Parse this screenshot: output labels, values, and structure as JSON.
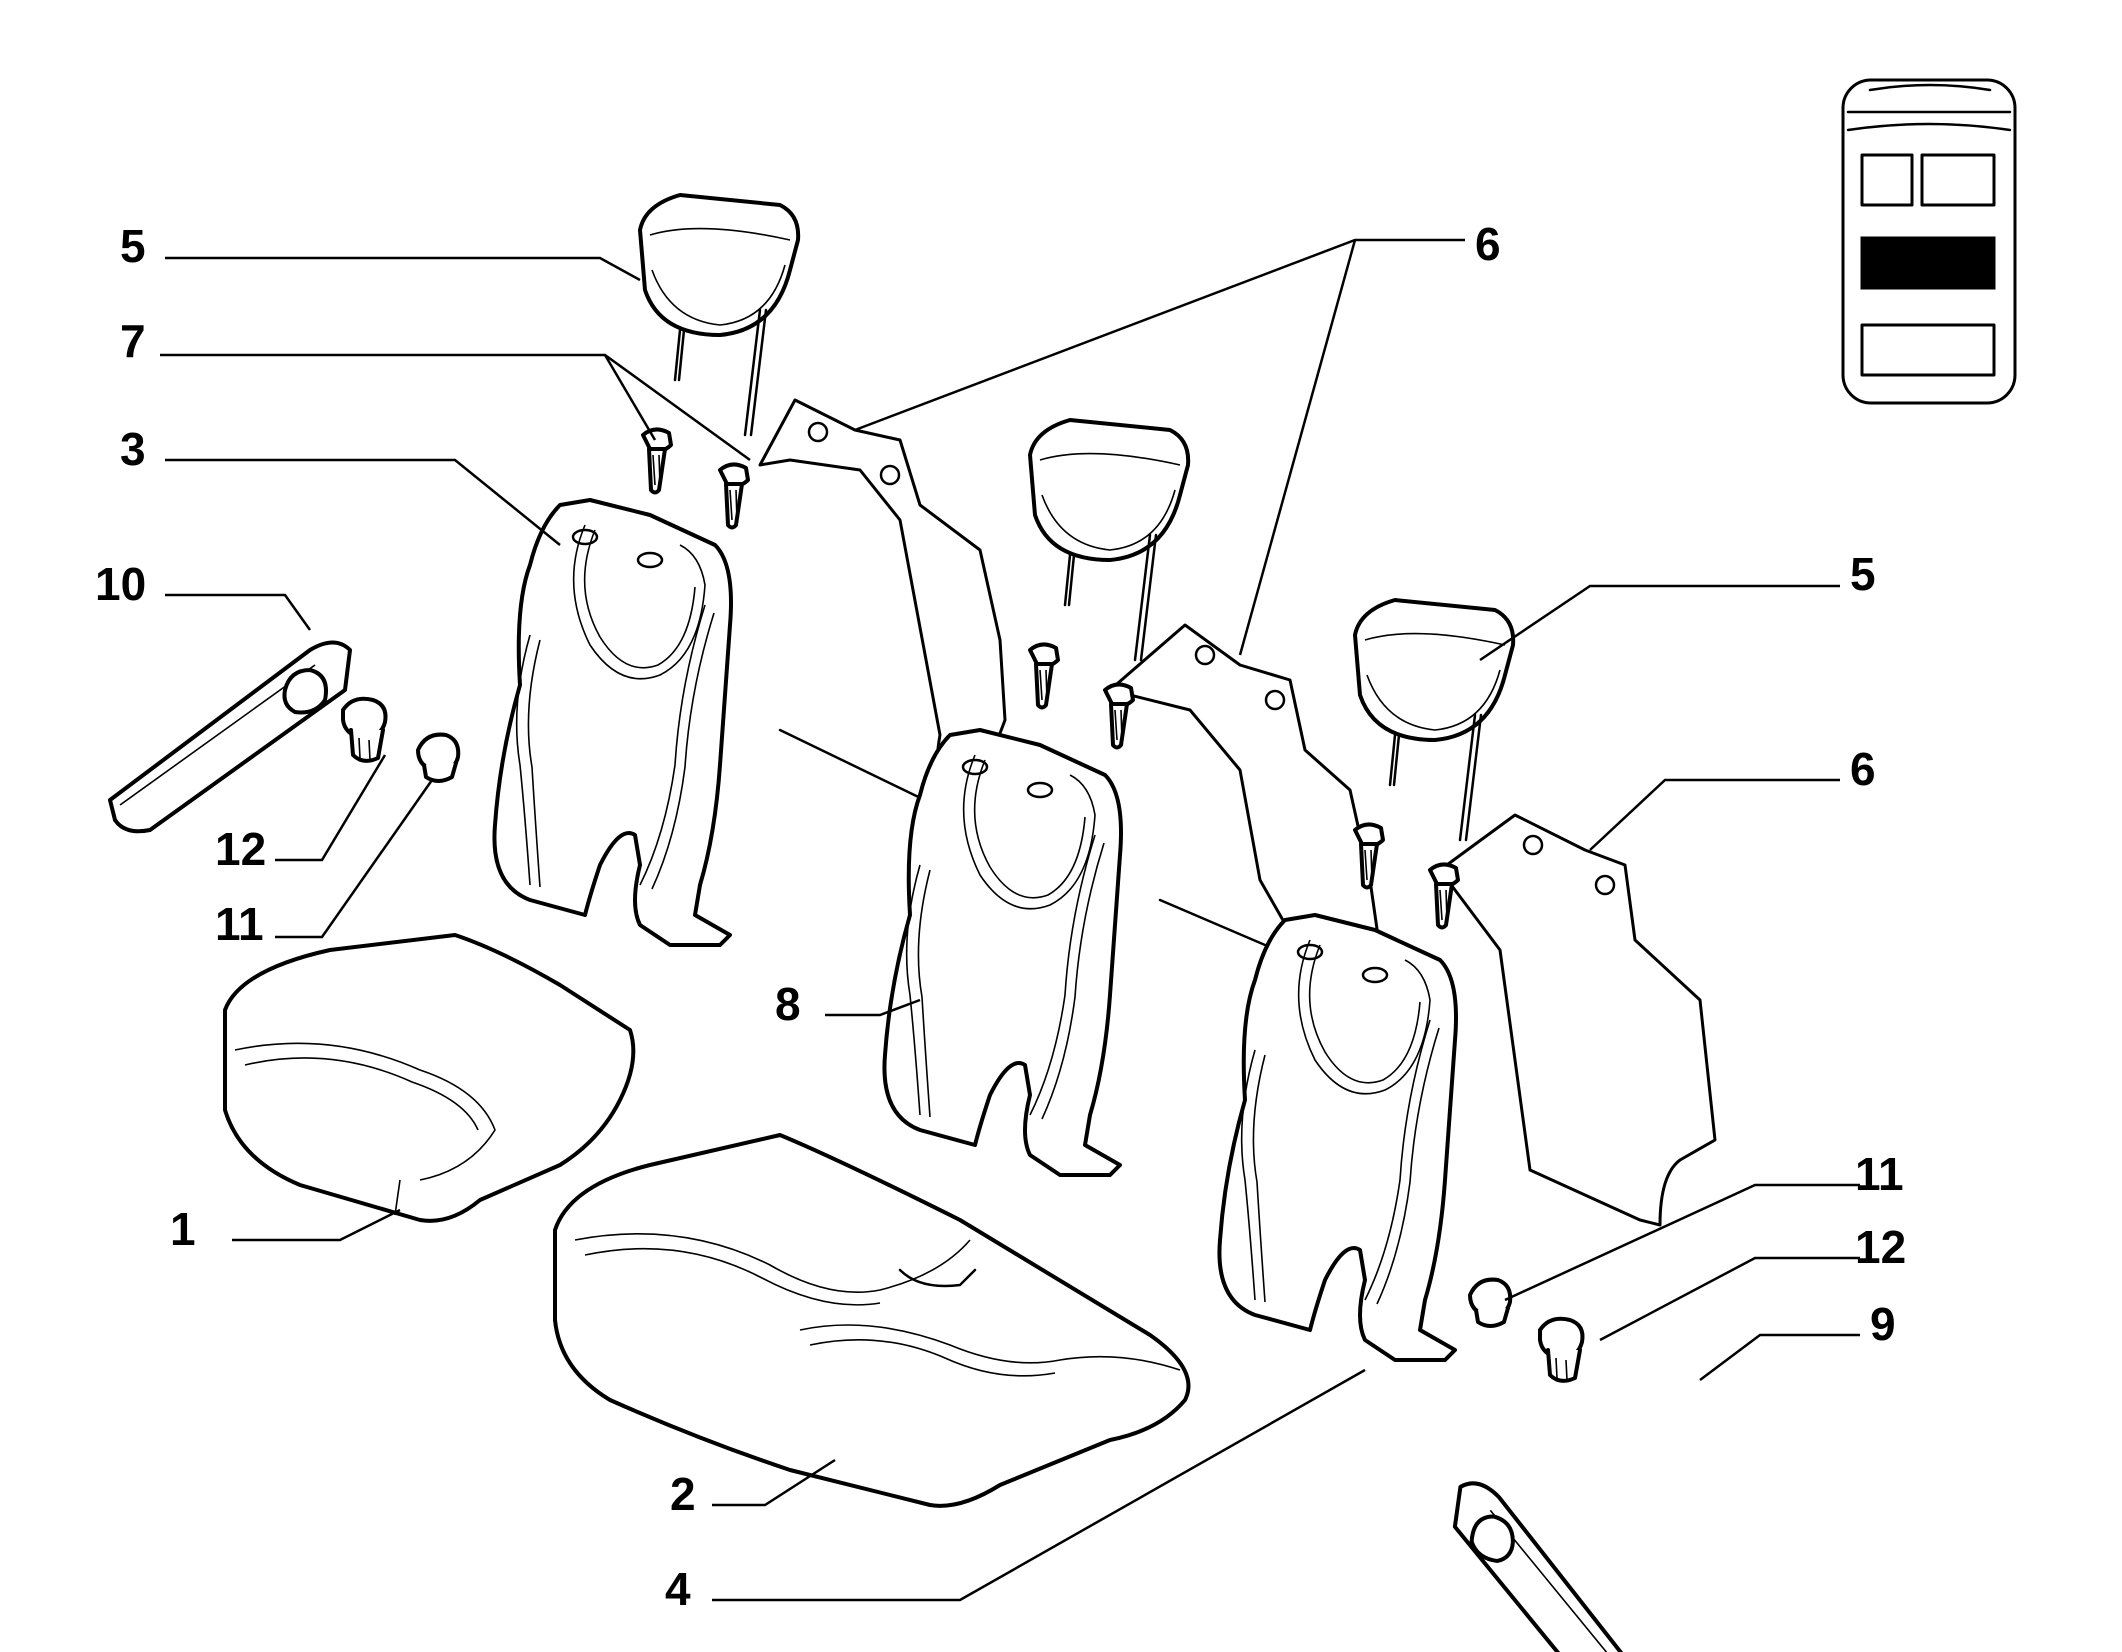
{
  "callouts": [
    {
      "id": "c5a",
      "label": "5"
    },
    {
      "id": "c7",
      "label": "7"
    },
    {
      "id": "c3",
      "label": "3"
    },
    {
      "id": "c10",
      "label": "10"
    },
    {
      "id": "c12a",
      "label": "12"
    },
    {
      "id": "c11a",
      "label": "11"
    },
    {
      "id": "c1",
      "label": "1"
    },
    {
      "id": "c6a",
      "label": "6"
    },
    {
      "id": "c5b",
      "label": "5"
    },
    {
      "id": "c6b",
      "label": "6"
    },
    {
      "id": "c8",
      "label": "8"
    },
    {
      "id": "c11b",
      "label": "11"
    },
    {
      "id": "c12b",
      "label": "12"
    },
    {
      "id": "c9",
      "label": "9"
    },
    {
      "id": "c2",
      "label": "2"
    },
    {
      "id": "c4",
      "label": "4"
    }
  ],
  "locator": {
    "highlighted_row": 2,
    "highlight_color": "#000000"
  }
}
